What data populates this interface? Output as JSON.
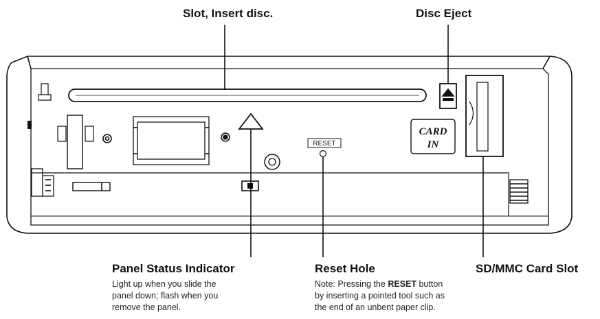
{
  "callouts": {
    "slot": {
      "title": "Slot, Insert disc."
    },
    "eject": {
      "title": "Disc Eject"
    },
    "status": {
      "title": "Panel Status Indicator",
      "desc_lines": [
        "Light up when you slide the",
        "panel down; flash when you",
        "remove the panel."
      ]
    },
    "reset": {
      "title": "Reset Hole",
      "desc_line1_prefix": "Note: Pressing the ",
      "desc_line1_bold": "RESET",
      "desc_line1_suffix": " button",
      "desc_lines": [
        "by inserting a pointed tool such as",
        "the end of an unbent paper clip."
      ]
    },
    "card": {
      "title": "SD/MMC Card Slot"
    }
  },
  "device": {
    "reset_label": "RESET",
    "card_label_line1": "CARD",
    "card_label_line2": "IN"
  },
  "icons": [
    "eject-icon",
    "triangle-indicator-icon"
  ]
}
